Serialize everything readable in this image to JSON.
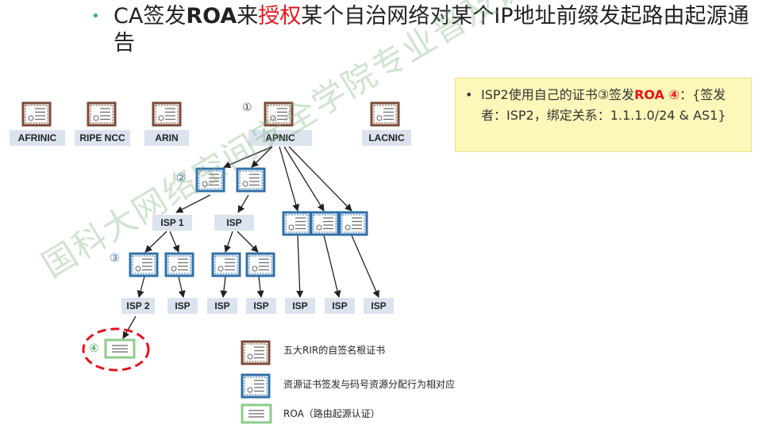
{
  "title": {
    "bullet": "•",
    "line_part1": "CA签发",
    "line_part2": "ROA",
    "line_part3": "来",
    "line_part4": "授权",
    "line_part5": "某个自治网络对某个IP地址前缀发起路由起源通告"
  },
  "note": {
    "bullet": "•",
    "part1": "ISP2使用自己的证书③签发",
    "part2": "ROA ④",
    "part3": "：{签发者：ISP2，绑定关系：1.1.1.0/24 & AS1}"
  },
  "diagram": {
    "rirs": [
      "AFRINIC",
      "RIPE NCC",
      "ARIN",
      "APNIC",
      "LACNIC"
    ],
    "isp_level1": [
      "ISP 1",
      "ISP"
    ],
    "isp_level2": [
      "ISP 2",
      "ISP",
      "ISP",
      "ISP",
      "ISP",
      "ISP",
      "ISP"
    ],
    "markers": [
      "①",
      "②",
      "③",
      "④"
    ],
    "legend": [
      "五大RIR的自签名根证书",
      "资源证书签发与码号资源分配行为相对应",
      "ROA（路由起源认证）"
    ]
  },
  "watermark": "国科大网络空间安全学院专业普及课《网络协议安全》",
  "colors": {
    "accent_red": "#e8141a",
    "root_cert_border": "#7a4a35",
    "resource_cert_border": "#2f6fa8",
    "roa_border": "#8ccc8a",
    "isp_label_bg": "#dbe3ee",
    "note_bg": "#fdf7b9"
  }
}
